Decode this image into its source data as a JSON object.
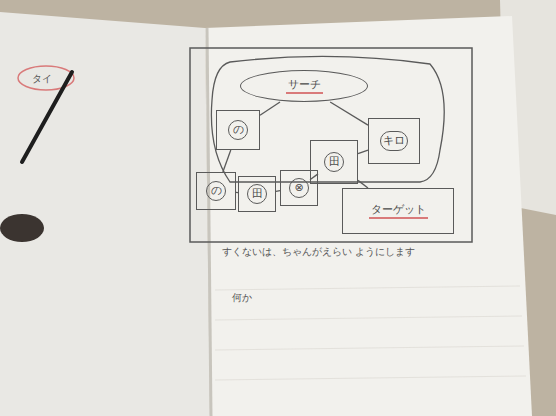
{
  "diagram": {
    "nodes": [
      {
        "text": [
          "サーチ"
        ]
      },
      {
        "text": [
          "の"
        ]
      },
      {
        "text": [
          "田"
        ]
      },
      {
        "text": [
          "キロ"
        ]
      },
      {
        "text": [
          "の"
        ]
      },
      {
        "text": [
          "田"
        ]
      },
      {
        "text": [
          "⊗"
        ]
      },
      {
        "text": [
          "ターゲット"
        ]
      }
    ],
    "edges": [
      {
        "from": 0,
        "to": 1,
        "arrow": "none"
      },
      {
        "from": 0,
        "to": 3,
        "arrow": "none"
      },
      {
        "from": 1,
        "to": 4,
        "arrow": "none"
      },
      {
        "from": 4,
        "to": 5,
        "arrow": "none"
      },
      {
        "from": 5,
        "to": 6,
        "arrow": "none"
      },
      {
        "from": 6,
        "to": 2,
        "arrow": "none"
      },
      {
        "from": 2,
        "to": 3,
        "arrow": "none"
      },
      {
        "from": 2,
        "to": 7,
        "arrow": "none"
      }
    ],
    "labels": [
      "すくないは、ちゃんがえらい ようにします",
      "何か",
      "タイ"
    ]
  }
}
